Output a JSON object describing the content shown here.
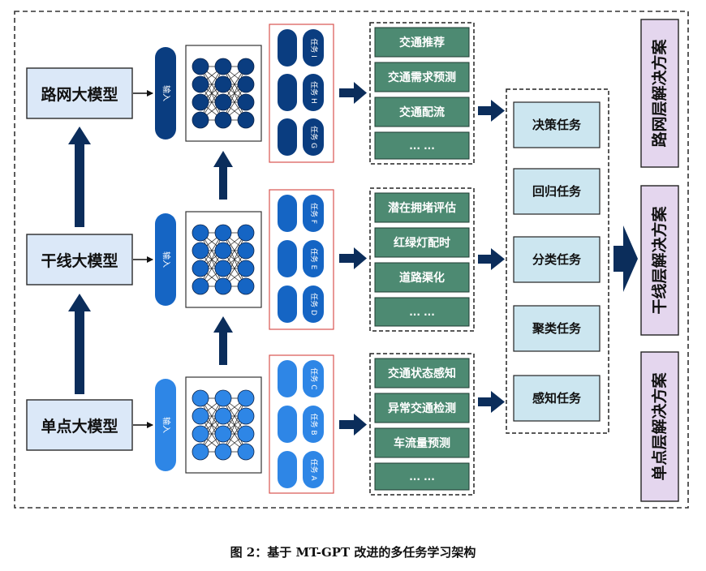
{
  "models": [
    {
      "label": "路网大模型"
    },
    {
      "label": "干线大模型"
    },
    {
      "label": "单点大模型"
    }
  ],
  "input_label": "输入",
  "task_heads": [
    [
      "任务 I",
      "任务 H",
      "任务 G"
    ],
    [
      "任务 F",
      "任务 E",
      "任务 D"
    ],
    [
      "任务 C",
      "任务 B",
      "任务 A"
    ]
  ],
  "task_groups": [
    [
      "交通推荐",
      "交通需求预测",
      "交通配流",
      "... ..."
    ],
    [
      "潜在拥堵评估",
      "红绿灯配时",
      "道路渠化",
      "... ..."
    ],
    [
      "交通状态感知",
      "异常交通检测",
      "车流量预测",
      "... ..."
    ]
  ],
  "task_types": [
    "决策任务",
    "回归任务",
    "分类任务",
    "聚类任务",
    "感知任务"
  ],
  "solutions": [
    "路网层解决方案",
    "干线层解决方案",
    "单点层解决方案"
  ],
  "caption": "图 2：基于 MT-GPT 改进的多任务学习架构",
  "colors": {
    "model_fill": "#dbe8f8",
    "input_level_colors": [
      "#0a3d80",
      "#1565c4",
      "#2e86e6"
    ],
    "task_box_fill": "#4d8a72",
    "type_box_fill": "#cce6f0",
    "solution_fill": "#e4d6ee",
    "arrow_navy": "#0b2d5b",
    "head_border": "#d9534f"
  }
}
